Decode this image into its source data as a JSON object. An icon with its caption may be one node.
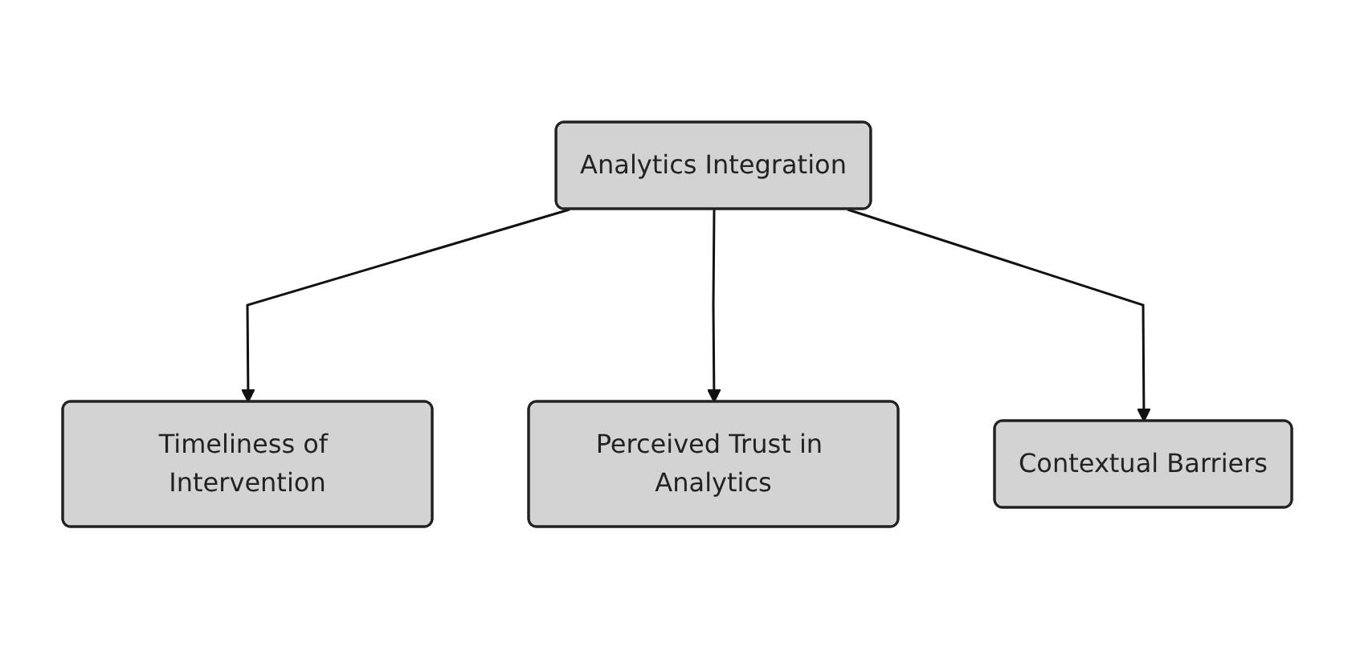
{
  "diagram": {
    "nodes": [
      {
        "text": [
          "Analytics Integration"
        ]
      },
      {
        "text": [
          "Timeliness of Intervention"
        ]
      },
      {
        "text": [
          "Contextual Barriers"
        ]
      },
      {
        "text": [
          "Perceived Trust in Analytics"
        ]
      }
    ],
    "edges": [
      {
        "from": 0,
        "to": 1,
        "arrow": "to"
      },
      {
        "from": 0,
        "to": 3,
        "arrow": "to"
      },
      {
        "from": 0,
        "to": 2,
        "arrow": "to"
      }
    ]
  }
}
